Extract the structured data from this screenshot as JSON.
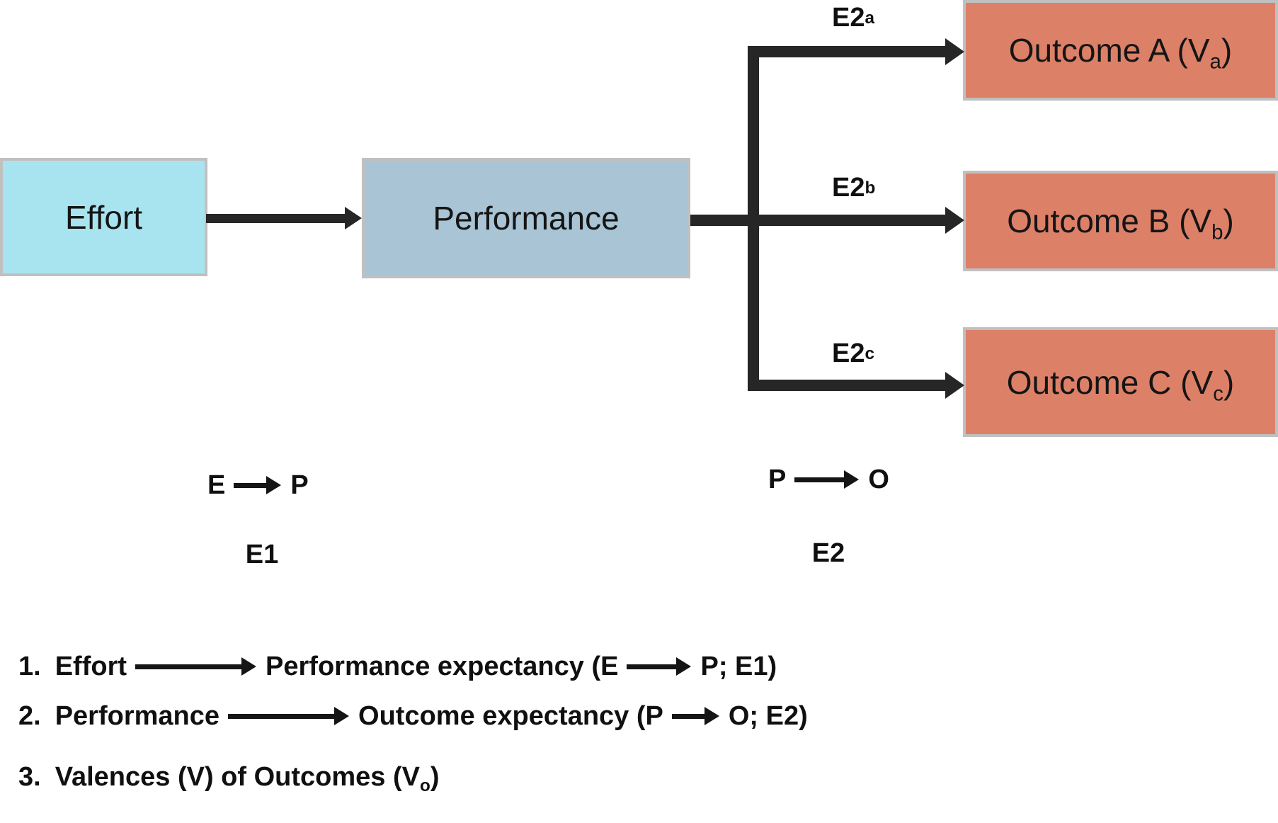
{
  "colors": {
    "effort_box_fill": "#a8e4ef",
    "performance_box_fill": "#a9c4d4",
    "outcome_box_fill": "#dd8068",
    "connector_line": "#262626",
    "text": "#111111",
    "box_border": "#c0c0c0"
  },
  "boxes": {
    "effort": "Effort",
    "performance": "Performance",
    "outcome_a": {
      "main": "Outcome A (V",
      "sub": "a",
      "end": ")"
    },
    "outcome_b": {
      "main": "Outcome B (V",
      "sub": "b",
      "end": ")"
    },
    "outcome_c": {
      "main": "Outcome C (V",
      "sub": "c",
      "end": ")"
    }
  },
  "branch_labels": {
    "a": {
      "main": "E2",
      "sub": "a"
    },
    "b": {
      "main": "E2",
      "sub": "b"
    },
    "c": {
      "main": "E2",
      "sub": "c"
    }
  },
  "expectancy": {
    "ep": {
      "from": "E",
      "to": "P",
      "caption": "E1"
    },
    "po": {
      "from": "P",
      "to": "O",
      "caption": "E2"
    }
  },
  "legend": {
    "items": [
      {
        "number": "1.",
        "pre_arrow": "Effort",
        "mid": "Performance expectancy (E",
        "post_arrow": "P; E1)"
      },
      {
        "number": "2.",
        "pre_arrow": "Performance",
        "mid": "Outcome expectancy (P",
        "post_arrow": "O; E2)"
      },
      {
        "number": "3.",
        "main": "Valences (V) of Outcomes (V",
        "sub": "o",
        "end": ")"
      }
    ]
  }
}
